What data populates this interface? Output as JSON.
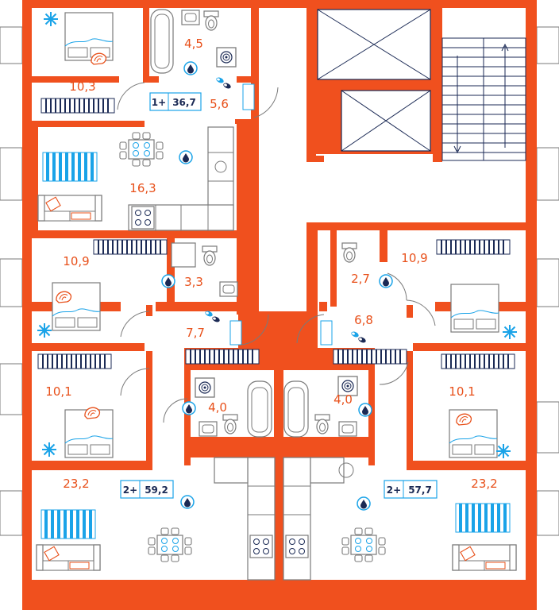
{
  "colors": {
    "wall": "#F0501E",
    "fixture": "#7a7a7a",
    "accent_blue": "#1aa3e8",
    "dark_blue": "#1b2a55",
    "label": "#e8501a"
  },
  "rooms": [
    {
      "id": "bedroom-1",
      "area": "10,3"
    },
    {
      "id": "bath-1",
      "area": "4,5"
    },
    {
      "id": "hall-1",
      "area": "5,6"
    },
    {
      "id": "living-1",
      "area": "16,3"
    },
    {
      "id": "bedroom-2a",
      "area": "10,9"
    },
    {
      "id": "wc-2",
      "area": "3,3"
    },
    {
      "id": "hall-2",
      "area": "7,7"
    },
    {
      "id": "bedroom-2b",
      "area": "10,1"
    },
    {
      "id": "bath-2",
      "area": "4,0"
    },
    {
      "id": "living-2",
      "area": "23,2"
    },
    {
      "id": "wc-3",
      "area": "2,7"
    },
    {
      "id": "bedroom-3a",
      "area": "10,9"
    },
    {
      "id": "hall-3",
      "area": "6,8"
    },
    {
      "id": "bath-3",
      "area": "4,0"
    },
    {
      "id": "bedroom-3b",
      "area": "10,1"
    },
    {
      "id": "living-3",
      "area": "23,2"
    }
  ],
  "apartments": [
    {
      "type": "1+",
      "area": "36,7"
    },
    {
      "type": "2+",
      "area": "59,2"
    },
    {
      "type": "2+",
      "area": "57,7"
    }
  ],
  "icons": [
    "snowflake-icon",
    "shell-icon",
    "water-drop-icon",
    "slippers-icon",
    "washer-icon"
  ]
}
